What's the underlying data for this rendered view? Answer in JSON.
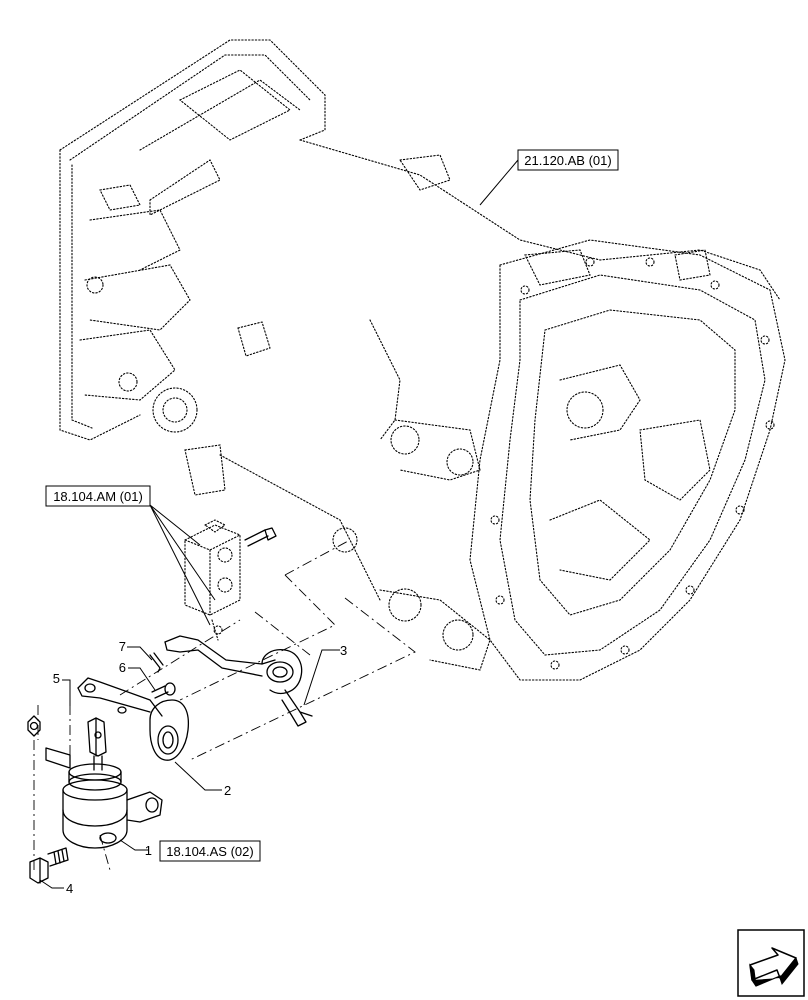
{
  "references": [
    {
      "id": "ref-transmission-housing",
      "label": "21.120.AB (01)"
    },
    {
      "id": "ref-valve-block",
      "label": "18.104.AM (01)"
    },
    {
      "id": "ref-actuator",
      "label": "18.104.AS (02)"
    }
  ],
  "callouts": [
    {
      "id": "callout-1",
      "label": "1"
    },
    {
      "id": "callout-2",
      "label": "2"
    },
    {
      "id": "callout-3",
      "label": "3"
    },
    {
      "id": "callout-4",
      "label": "4"
    },
    {
      "id": "callout-5",
      "label": "5"
    },
    {
      "id": "callout-6",
      "label": "6"
    },
    {
      "id": "callout-7",
      "label": "7"
    }
  ],
  "navigation": {
    "icon": "next-page-arrow-icon"
  }
}
